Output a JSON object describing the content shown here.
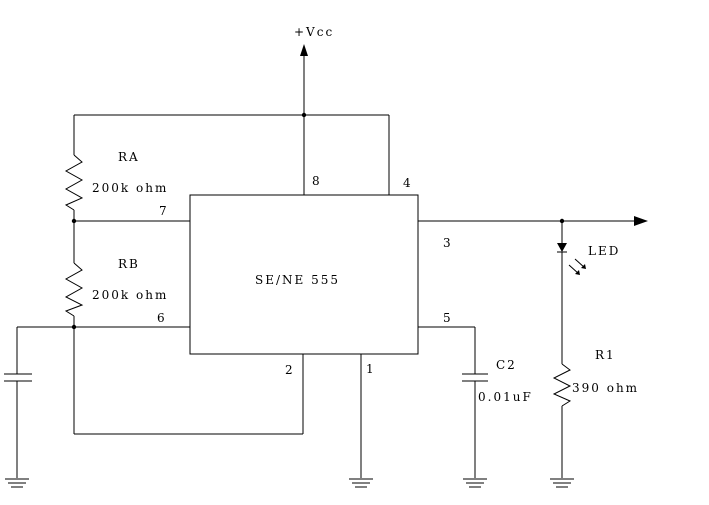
{
  "supply": {
    "label": "+Vcc"
  },
  "chip": {
    "label": "SE/NE 555"
  },
  "pins": {
    "p1": "1",
    "p2": "2",
    "p3": "3",
    "p4": "4",
    "p5": "5",
    "p6": "6",
    "p7": "7",
    "p8": "8"
  },
  "ra": {
    "name": "RA",
    "value": "200k ohm"
  },
  "rb": {
    "name": "RB",
    "value": "200k ohm"
  },
  "c2": {
    "name": "C2",
    "value": "0.01uF"
  },
  "r1": {
    "name": "R1",
    "value": "390 ohm"
  },
  "led": {
    "name": "LED"
  }
}
